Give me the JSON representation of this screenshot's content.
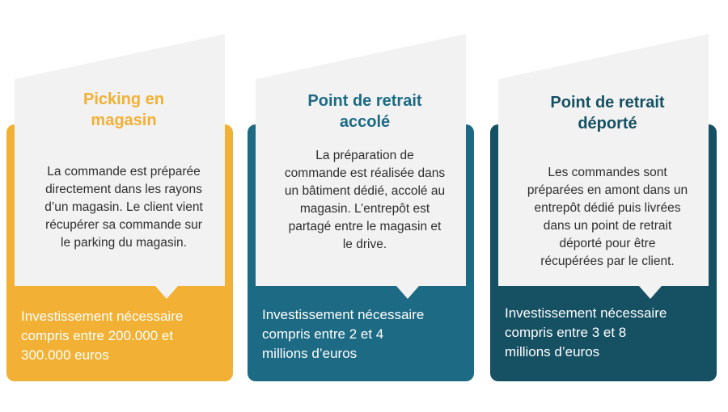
{
  "colors": {
    "panel": "#f2f2f2",
    "card1_accent": "#f2b134",
    "card2_accent": "#1d6a84",
    "card3_accent": "#155063",
    "text_dark": "#2f2f2f"
  },
  "cards": [
    {
      "title_lines": [
        "Picking en",
        "magasin"
      ],
      "description_lines": [
        "La commande est préparée",
        "directement dans les rayons",
        "d’un magasin. Le client vient",
        "récupérer sa commande sur",
        "le parking du magasin."
      ],
      "investment_lines": [
        "Investissement nécessaire",
        "compris entre 200.000 et",
        "300.000 euros"
      ]
    },
    {
      "title_lines": [
        "Point de retrait",
        "accolé"
      ],
      "description_lines": [
        "La préparation de",
        "commande est réalisée dans",
        "un bâtiment dédié, accolé au",
        "magasin. L’entrepôt est",
        "partagé entre le magasin et",
        "le drive."
      ],
      "investment_lines": [
        "Investissement nécessaire",
        "compris entre 2 et 4",
        "millions d’euros"
      ]
    },
    {
      "title_lines": [
        "Point de retrait",
        "déporté"
      ],
      "description_lines": [
        "Les commandes sont",
        "préparées en amont dans un",
        "entrepôt dédié puis livrées",
        "dans un point de retrait",
        "déporté pour être",
        "récupérées par le client."
      ],
      "investment_lines": [
        "Investissement nécessaire",
        "compris entre 3 et 8",
        "millions d’euros"
      ]
    }
  ]
}
